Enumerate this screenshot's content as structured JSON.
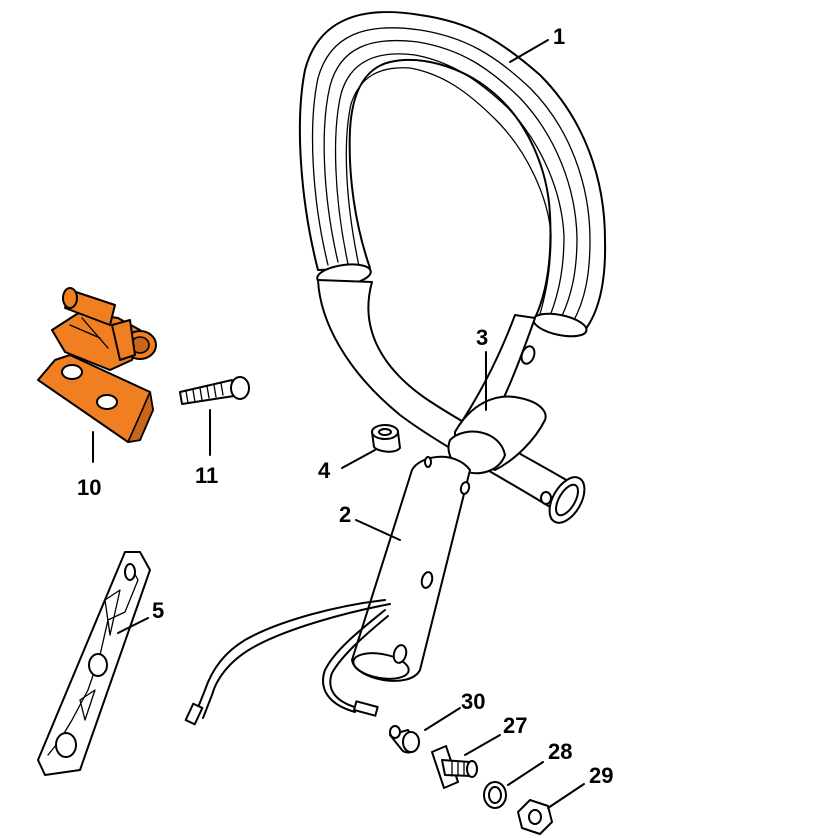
{
  "diagram": {
    "accent_color": "#f07f22",
    "parts": [
      {
        "id": "1",
        "label": "1"
      },
      {
        "id": "2",
        "label": "2"
      },
      {
        "id": "3",
        "label": "3"
      },
      {
        "id": "4",
        "label": "4"
      },
      {
        "id": "5",
        "label": "5"
      },
      {
        "id": "10",
        "label": "10",
        "highlighted": true
      },
      {
        "id": "11",
        "label": "11"
      },
      {
        "id": "27",
        "label": "27"
      },
      {
        "id": "28",
        "label": "28"
      },
      {
        "id": "29",
        "label": "29"
      },
      {
        "id": "30",
        "label": "30"
      }
    ]
  }
}
